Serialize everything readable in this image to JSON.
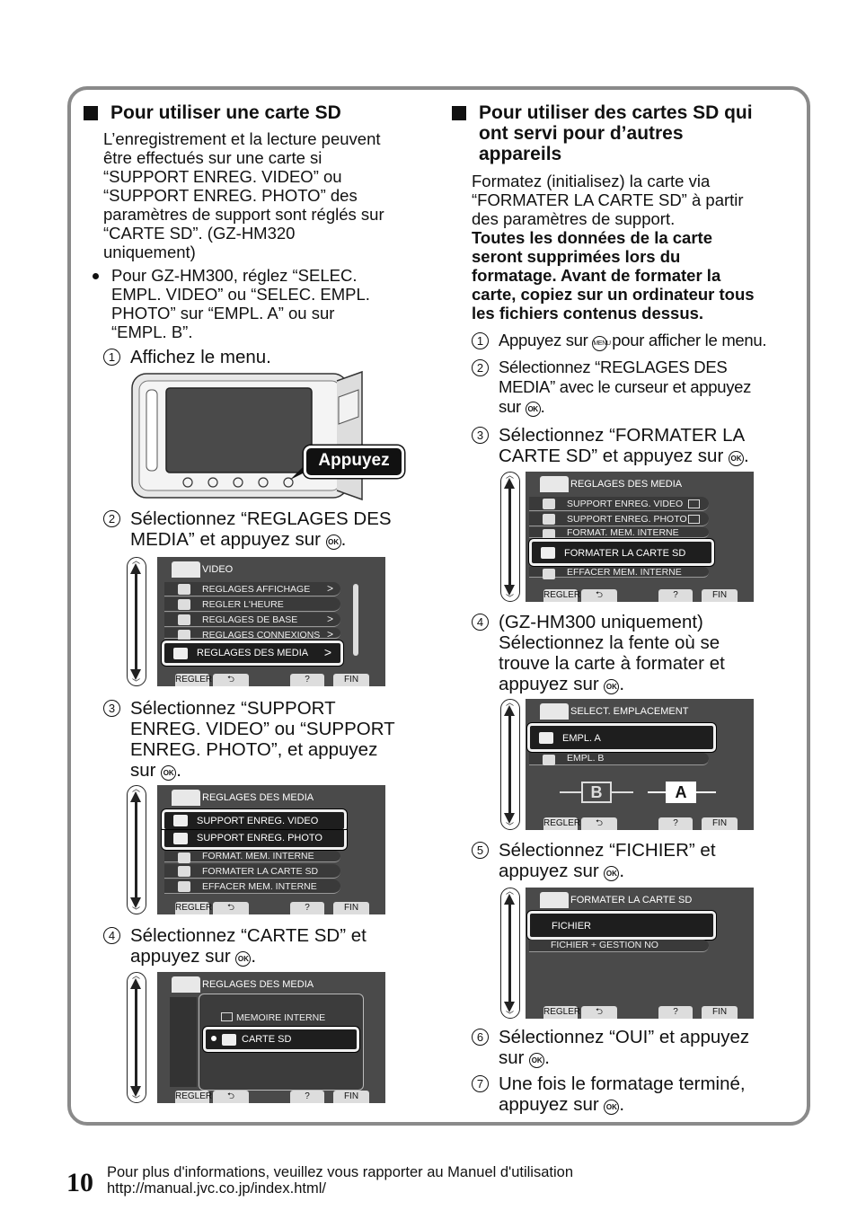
{
  "left": {
    "title": "Pour utiliser une carte SD",
    "intro": [
      "L’enregistrement et la lecture peuvent",
      "être effectués sur une carte si",
      "“SUPPORT ENREG. VIDEO” ou",
      "“SUPPORT ENREG. PHOTO” des",
      "paramètres de support sont réglés sur",
      "“CARTE SD”. (GZ-HM320",
      "uniquement)"
    ],
    "bullet": [
      "Pour GZ-HM300, réglez “SELEC.",
      "EMPL. VIDEO” ou “SELEC. EMPL.",
      "PHOTO” sur “EMPL. A” ou sur",
      "“EMPL. B”."
    ],
    "step1": {
      "num": "1",
      "text": "Affichez le menu."
    },
    "camera_label": "Appuyez",
    "step2": {
      "num": "2",
      "line1": "Sélectionnez “REGLAGES DES",
      "line2": "MEDIA” et appuyez sur"
    },
    "screen1": {
      "header": "VIDEO",
      "rows": [
        "REGLAGES AFFICHAGE",
        "REGLER L'HEURE",
        "REGLAGES DE BASE",
        "REGLAGES CONNEXIONS"
      ],
      "selected": "REGLAGES DES MEDIA",
      "bottom": [
        "REGLER",
        "?",
        "FIN"
      ]
    },
    "step3": {
      "num": "3",
      "line1": "Sélectionnez “SUPPORT",
      "line2": "ENREG. VIDEO” ou “SUPPORT",
      "line3": "ENREG. PHOTO”, et appuyez",
      "line4": "sur"
    },
    "screen2": {
      "header": "REGLAGES DES MEDIA",
      "selected1": "SUPPORT ENREG. VIDEO",
      "selected2": "SUPPORT ENREG. PHOTO",
      "rows": [
        "FORMAT. MEM. INTERNE",
        "FORMATER LA CARTE SD",
        "EFFACER MEM. INTERNE"
      ],
      "bottom": [
        "REGLER",
        "?",
        "FIN"
      ]
    },
    "step4": {
      "num": "4",
      "line1": "Sélectionnez “CARTE SD” et",
      "line2": "appuyez sur"
    },
    "screen3": {
      "header": "REGLAGES DES MEDIA",
      "option1": "MEMOIRE INTERNE",
      "selected": "CARTE SD",
      "bottom": [
        "REGLER",
        "?",
        "FIN"
      ]
    }
  },
  "right": {
    "title_lines": [
      "Pour utiliser des cartes SD qui",
      "ont servi pour d’autres",
      "appareils"
    ],
    "intro": [
      "Formatez (initialisez) la carte via",
      "“FORMATER LA CARTE SD” à partir",
      "des paramètres de support."
    ],
    "warning": [
      "Toutes les données de la carte",
      "seront supprimées lors du",
      "formatage. Avant de formater la",
      "carte, copiez sur un ordinateur tous",
      "les fichiers contenus dessus."
    ],
    "step1": {
      "num": "1",
      "pre": "Appuyez sur",
      "post": "pour afficher le menu."
    },
    "step2": {
      "num": "2",
      "line1": "Sélectionnez “REGLAGES DES",
      "line2": "MEDIA” avec le curseur et appuyez",
      "line3": "sur"
    },
    "step3": {
      "num": "3",
      "line1": "Sélectionnez “FORMATER LA",
      "line2": "CARTE SD” et appuyez sur"
    },
    "screen1": {
      "header": "REGLAGES DES MEDIA",
      "rows": [
        "SUPPORT ENREG. VIDEO",
        "SUPPORT ENREG. PHOTO",
        "FORMAT. MEM. INTERNE"
      ],
      "selected": "FORMATER LA CARTE SD",
      "row_last": "EFFACER MEM. INTERNE",
      "bottom": [
        "REGLER",
        "?",
        "FIN"
      ]
    },
    "step4": {
      "num": "4",
      "line1": "(GZ-HM300 uniquement)",
      "line2": "Sélectionnez la fente où se",
      "line3": "trouve la carte à formater et",
      "line4": "appuyez sur"
    },
    "screen2": {
      "header": "SELECT. EMPLACEMENT",
      "selected": "EMPL. A",
      "row": "EMPL. B",
      "slot_b": "B",
      "slot_a": "A",
      "bottom": [
        "REGLER",
        "?",
        "FIN"
      ]
    },
    "step5": {
      "num": "5",
      "line1": "Sélectionnez “FICHIER” et",
      "line2": "appuyez sur"
    },
    "screen3": {
      "header": "FORMATER LA CARTE SD",
      "selected": "FICHIER",
      "row": "FICHIER + GESTION NO",
      "bottom": [
        "REGLER",
        "?",
        "FIN"
      ]
    },
    "step6": {
      "num": "6",
      "line1": "Sélectionnez “OUI” et appuyez",
      "line2": "sur"
    },
    "step7": {
      "num": "7",
      "line1": "Une fois le formatage terminé,",
      "line2": "appuyez sur"
    }
  },
  "icons": {
    "ok": "OK",
    "menu": "MENU"
  },
  "footer": {
    "page": "10",
    "line1": "Pour plus d'informations, veuillez vous rapporter au Manuel d'utilisation",
    "line2": "http://manual.jvc.co.jp/index.html/"
  }
}
